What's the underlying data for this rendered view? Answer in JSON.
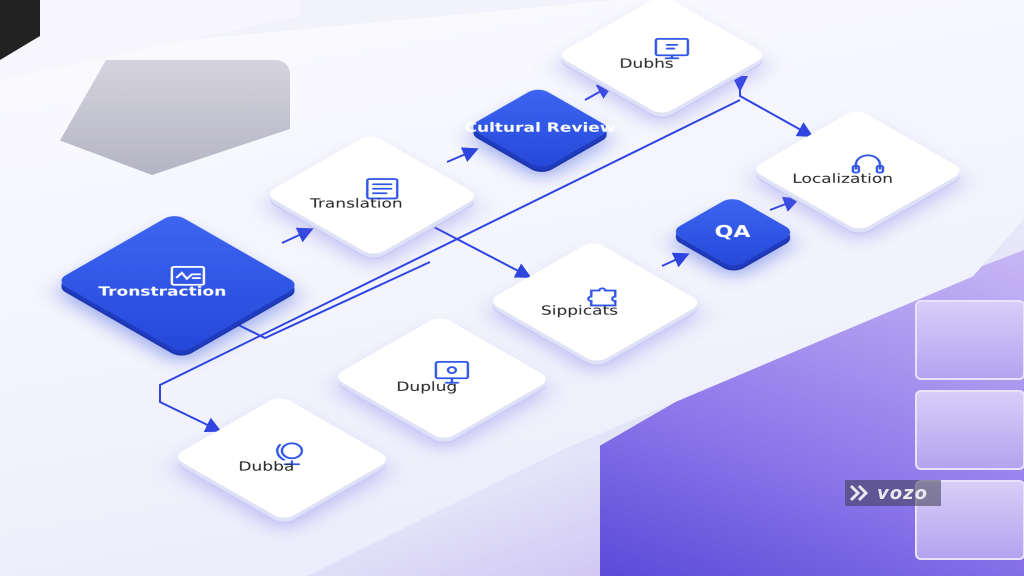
{
  "accent_color": "#2f55e6",
  "nodes": [
    {
      "id": "dubhs",
      "label": "Dubhs",
      "icon": "monitor-icon",
      "style": "white"
    },
    {
      "id": "cultural-review",
      "label": "Cultural Review",
      "icon": "",
      "style": "blue"
    },
    {
      "id": "localization",
      "label": "Localization",
      "icon": "headset-icon",
      "style": "white"
    },
    {
      "id": "translation",
      "label": "Translation",
      "icon": "document-list-icon",
      "style": "white"
    },
    {
      "id": "tronstraction",
      "label": "Tronstraction",
      "icon": "waveform-window-icon",
      "style": "blue"
    },
    {
      "id": "qa",
      "label": "QA",
      "icon": "",
      "style": "blue"
    },
    {
      "id": "sippicats",
      "label": "Sippicats",
      "icon": "puzzle-icon",
      "style": "white"
    },
    {
      "id": "duplug",
      "label": "Duplug",
      "icon": "video-monitor-icon",
      "style": "white"
    },
    {
      "id": "dubba",
      "label": "Dubba",
      "icon": "globe-face-icon",
      "style": "white"
    }
  ],
  "watermark": {
    "text": "vozo",
    "icon": "double-chevron-icon"
  }
}
